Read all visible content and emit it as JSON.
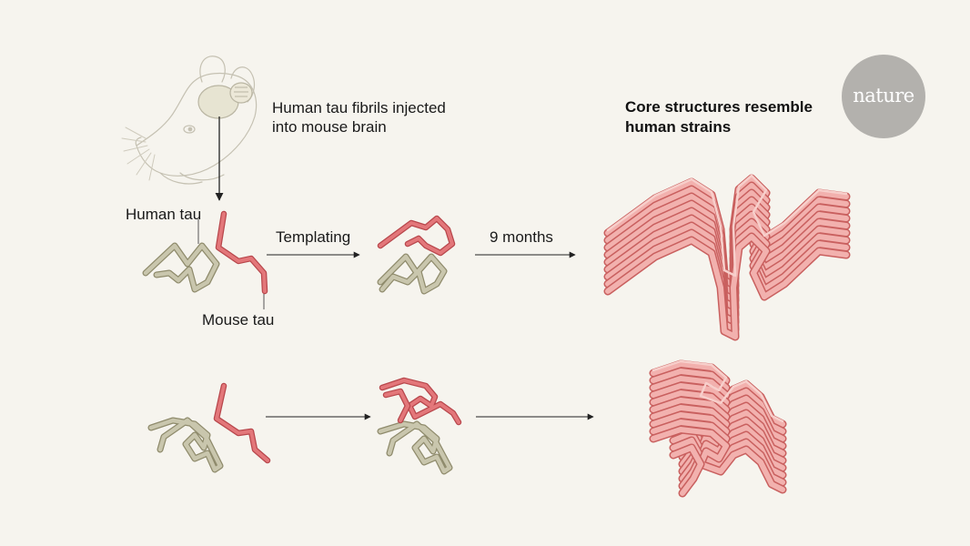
{
  "logo": {
    "text": "nature",
    "color": "#b3b1ad"
  },
  "caption": {
    "lines": [
      "Human tau fibrils injected",
      "into mouse brain"
    ]
  },
  "headline": {
    "lines": [
      "Core structures resemble",
      "human strains"
    ]
  },
  "labels": {
    "human_tau": "Human tau",
    "mouse_tau": "Mouse tau",
    "templating": "Templating",
    "duration": "9 months"
  },
  "colors": {
    "human_tau": "#c9c6ad",
    "human_tau_outline": "#8f8b6c",
    "mouse_tau": "#e3777a",
    "mouse_tau_outline": "#b8474c",
    "fibril_face": "#f2b1ae",
    "fibril_side": "#e27f80",
    "background": "#f6f4ee"
  },
  "icons": [
    "mouse-head-illustration",
    "brain-icon",
    "arrow-icon"
  ]
}
